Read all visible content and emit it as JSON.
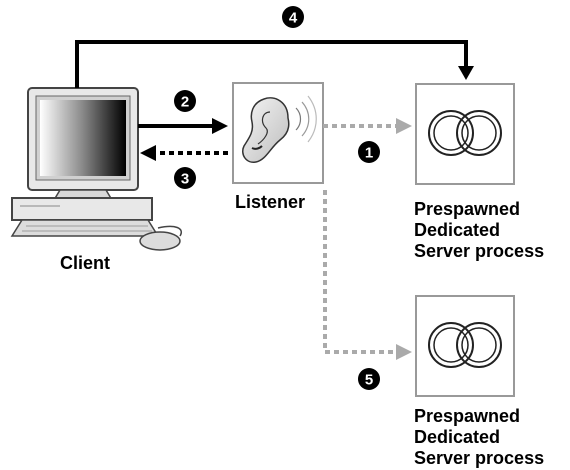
{
  "diagram": {
    "client_label": "Client",
    "listener_label": "Listener",
    "server_top": {
      "line1": "Prespawned",
      "line2": "Dedicated",
      "line3": "Server process"
    },
    "server_bottom": {
      "line1": "Prespawned",
      "line2": "Dedicated",
      "line3": "Server process"
    },
    "steps": [
      "1",
      "2",
      "3",
      "4",
      "5"
    ]
  },
  "colors": {
    "solid_arrow": "#000000",
    "dotted_black": "#000000",
    "dotted_gray": "#aaaaaa",
    "box_border": "#999999",
    "box_fill": "#ffffff"
  }
}
